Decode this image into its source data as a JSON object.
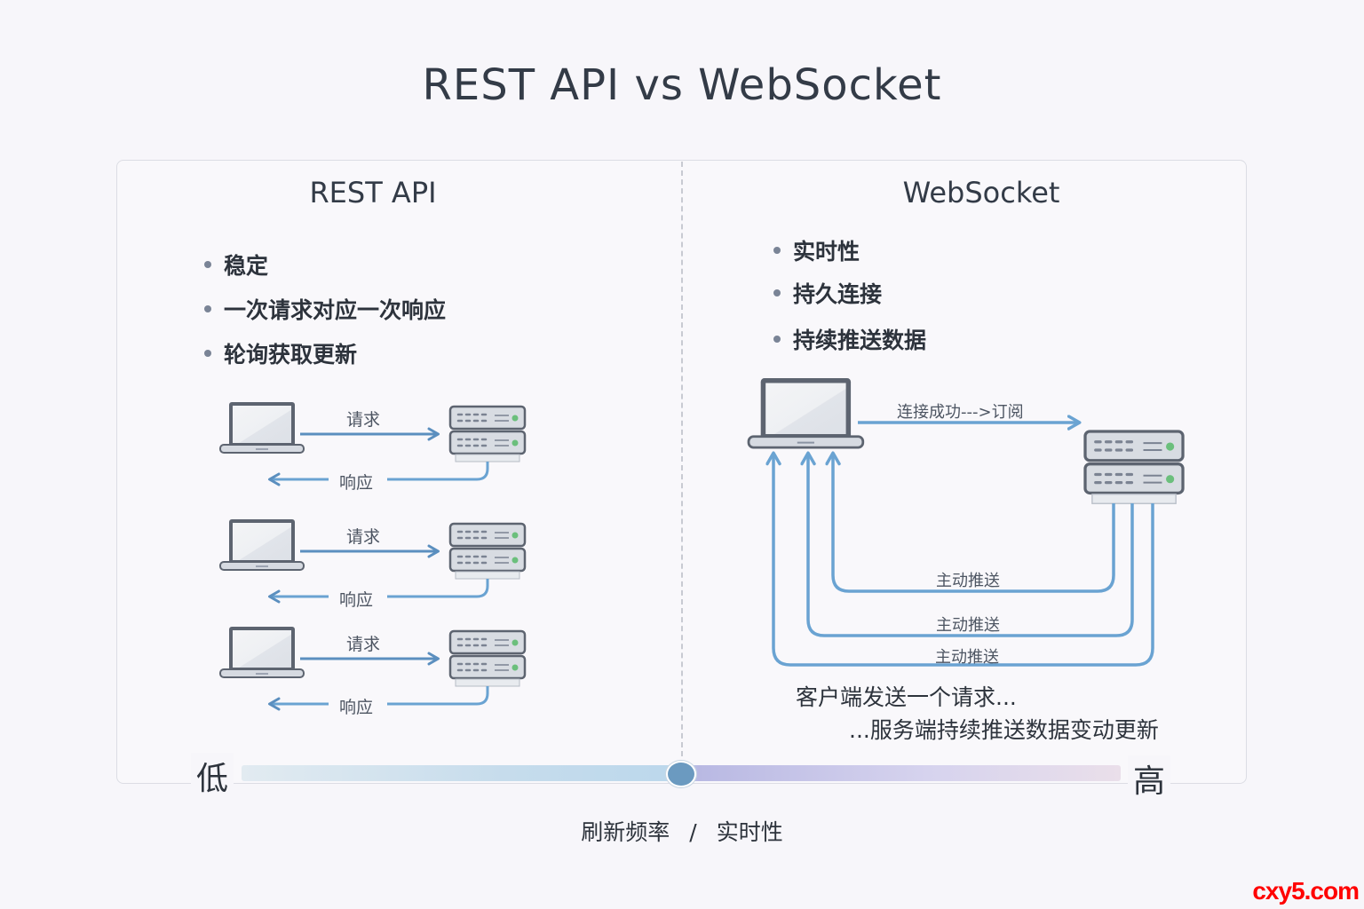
{
  "title": "REST API vs WebSocket",
  "rest": {
    "heading": "REST API",
    "bullets": [
      "稳定",
      "一次请求对应一次响应",
      "轮询获取更新"
    ],
    "exchanges": [
      {
        "request_label": "请求",
        "response_label": "响应"
      },
      {
        "request_label": "请求",
        "response_label": "响应"
      },
      {
        "request_label": "请求",
        "response_label": "响应"
      }
    ]
  },
  "websocket": {
    "heading": "WebSocket",
    "bullets": [
      "实时性",
      "持久连接",
      "持续推送数据"
    ],
    "connect_label": "连接成功--->订阅",
    "push_labels": [
      "主动推送",
      "主动推送",
      "主动推送"
    ],
    "description_line1": "客户端发送一个请求...",
    "description_line2": "...服务端持续推送数据变动更新"
  },
  "scale": {
    "low_label": "低",
    "high_label": "高",
    "position_fraction": 0.5,
    "axis_label_left": "刷新频率",
    "axis_separator": "/",
    "axis_label_right": "实时性"
  },
  "colors": {
    "arrow_blue": "#6aa3d2",
    "arrow_dark_blue": "#5b8fbf",
    "device_gray": "#5d6470",
    "led_green": "#6bbf7c",
    "watermark_red": "#ff0000"
  },
  "watermark": "cxy5.com"
}
